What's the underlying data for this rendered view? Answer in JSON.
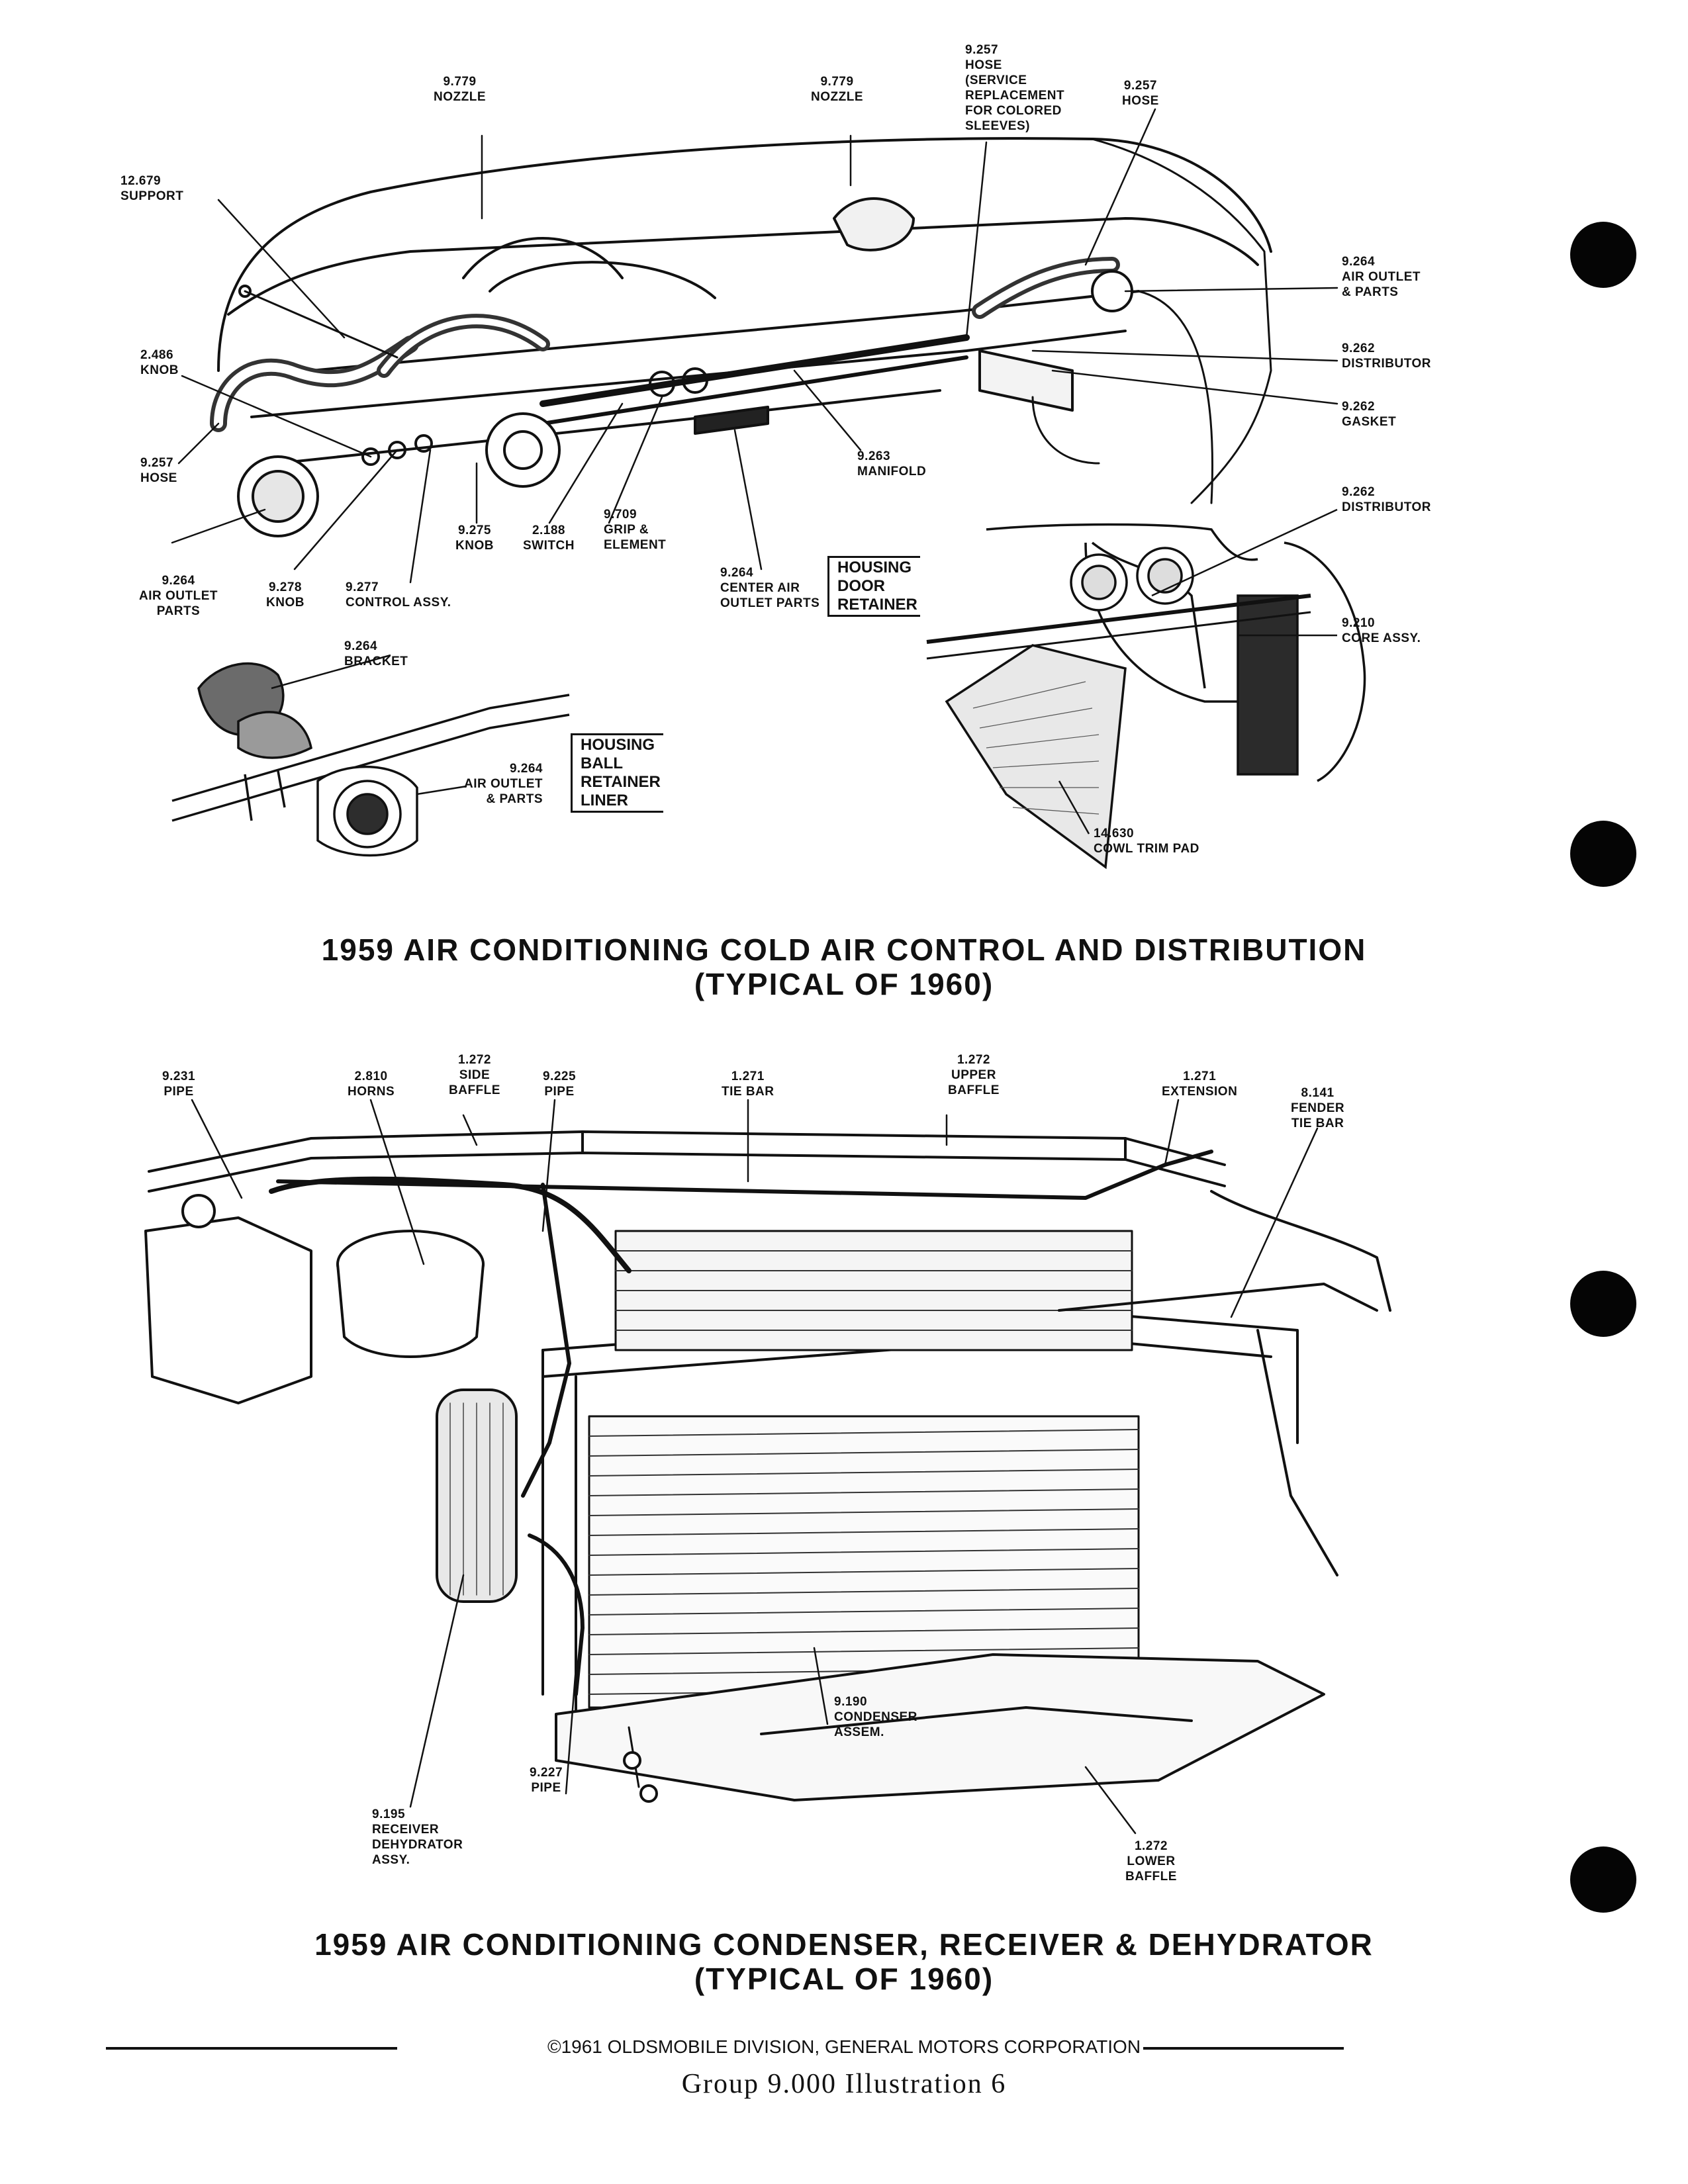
{
  "top_diagram": {
    "labels": [
      {
        "id": "nozzle-left",
        "text": "9.779\nNOZZLE"
      },
      {
        "id": "nozzle-right",
        "text": "9.779\nNOZZLE"
      },
      {
        "id": "hose-service",
        "text": "9.257\nHOSE\n(SERVICE\nREPLACEMENT\nFOR COLORED\nSLEEVES)"
      },
      {
        "id": "hose-right",
        "text": "9.257\nHOSE"
      },
      {
        "id": "support",
        "text": "12.679\nSUPPORT"
      },
      {
        "id": "air-outlet-right",
        "text": "9.264\nAIR OUTLET\n& PARTS"
      },
      {
        "id": "knob-2486",
        "text": "2.486\nKNOB"
      },
      {
        "id": "distributor-1",
        "text": "9.262\nDISTRIBUTOR"
      },
      {
        "id": "gasket",
        "text": "9.262\nGASKET"
      },
      {
        "id": "hose-left",
        "text": "9.257\nHOSE"
      },
      {
        "id": "manifold",
        "text": "9.263\nMANIFOLD"
      },
      {
        "id": "distributor-2",
        "text": "9.262\nDISTRIBUTOR"
      },
      {
        "id": "knob-9275",
        "text": "9.275\nKNOB"
      },
      {
        "id": "switch",
        "text": "2.188\nSWITCH"
      },
      {
        "id": "grip-element",
        "text": "9.709\nGRIP &\nELEMENT"
      },
      {
        "id": "air-outlet-left",
        "text": "9.264\nAIR OUTLET\nPARTS"
      },
      {
        "id": "knob-9278",
        "text": "9.278\nKNOB"
      },
      {
        "id": "control-assy",
        "text": "9.277\nCONTROL ASSY."
      },
      {
        "id": "center-air-outlet",
        "text": "9.264\nCENTER AIR\nOUTLET PARTS"
      },
      {
        "id": "core-assy",
        "text": "9.210\nCORE ASSY."
      },
      {
        "id": "bracket",
        "text": "9.264\nBRACKET"
      },
      {
        "id": "air-outlet-ball",
        "text": "9.264\nAIR OUTLET\n& PARTS"
      },
      {
        "id": "cowl-trim-pad",
        "text": "14.630\nCOWL TRIM PAD"
      }
    ],
    "box_door": "HOUSING\nDOOR\nRETAINER",
    "box_ball": "HOUSING\nBALL\nRETAINER\nLINER",
    "caption_line1": "1959 AIR CONDITIONING COLD AIR CONTROL AND DISTRIBUTION",
    "caption_line2": "(TYPICAL OF 1960)"
  },
  "bottom_diagram": {
    "labels": [
      {
        "id": "pipe-9231",
        "text": "9.231\nPIPE"
      },
      {
        "id": "horns",
        "text": "2.810\nHORNS"
      },
      {
        "id": "side-baffle",
        "text": "1.272\nSIDE\nBAFFLE"
      },
      {
        "id": "pipe-9225",
        "text": "9.225\nPIPE"
      },
      {
        "id": "tie-bar",
        "text": "1.271\nTIE BAR"
      },
      {
        "id": "upper-baffle",
        "text": "1.272\nUPPER\nBAFFLE"
      },
      {
        "id": "extension",
        "text": "1.271\nEXTENSION"
      },
      {
        "id": "fender-tie-bar",
        "text": "8.141\nFENDER\nTIE BAR"
      },
      {
        "id": "condenser-assem",
        "text": "9.190\nCONDENSER\nASSEM."
      },
      {
        "id": "pipe-9227",
        "text": "9.227\nPIPE"
      },
      {
        "id": "receiver-dehydrator",
        "text": "9.195\nRECEIVER\nDEHYDRATOR\nASSY."
      },
      {
        "id": "lower-baffle",
        "text": "1.272\nLOWER\nBAFFLE"
      }
    ],
    "caption_line1": "1959 AIR CONDITIONING CONDENSER, RECEIVER & DEHYDRATOR",
    "caption_line2": "(TYPICAL OF 1960)"
  },
  "footer": {
    "copyright": "©1961 OLDSMOBILE DIVISION, GENERAL MOTORS CORPORATION",
    "group_line": "Group  9.000  Illustration  6"
  }
}
